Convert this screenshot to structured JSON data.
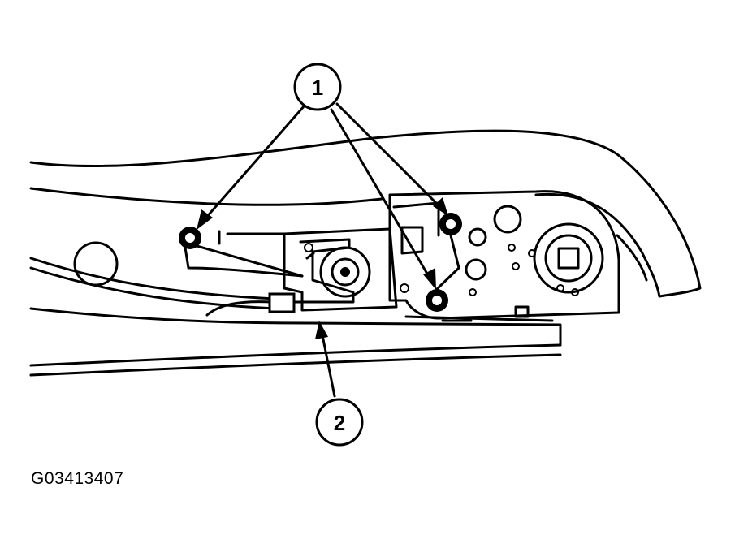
{
  "figure_id": "G03413407",
  "callouts": [
    {
      "label": "1"
    },
    {
      "label": "2"
    }
  ],
  "colors": {
    "ink": "#000000",
    "paper": "#ffffff"
  }
}
